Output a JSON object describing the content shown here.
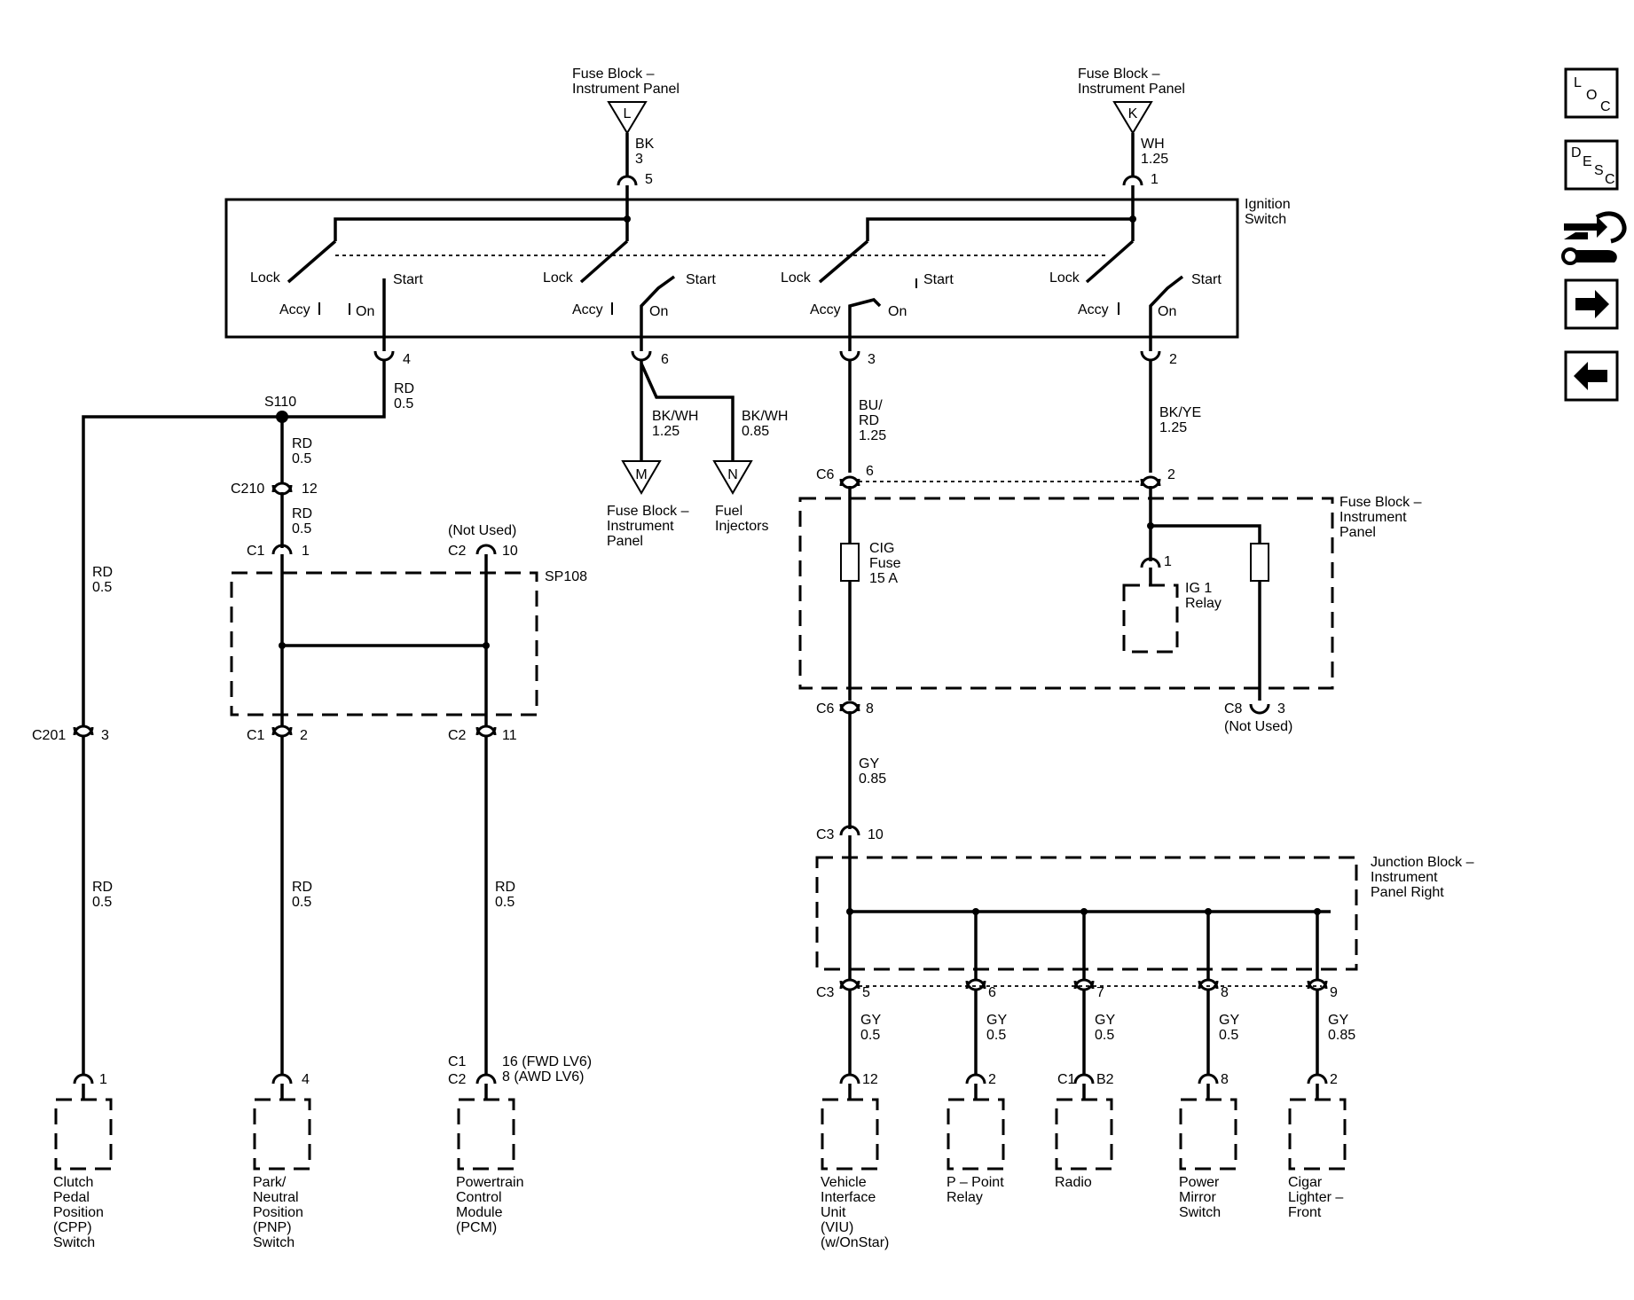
{
  "ignition": {
    "fuse_top_left": "Fuse Block –\nInstrument Panel",
    "fuse_top_right": "Fuse Block –\nInstrument Panel",
    "fuse_L": "L",
    "fuse_K": "K",
    "wire_left_top": "BK\n3",
    "wire_right_top": "WH\n1.25",
    "pin_5": "5",
    "pin_1": "1",
    "switch_label": "Ignition\nSwitch",
    "lock": "Lock",
    "start": "Start",
    "accy": "Accy",
    "on": "On",
    "pin_4": "4",
    "pin_6": "6",
    "pin_3": "3",
    "pin_2": "2"
  },
  "left": {
    "rd05": "RD\n0.5",
    "s110": "S110",
    "c210": "C210",
    "c210_pin": "12",
    "c1": "C1",
    "c2": "C2",
    "c1_pin1": "1",
    "c2_pin10": "10",
    "not_used": "(Not Used)",
    "sp108": "SP108",
    "c201": "C201",
    "c201_pin": "3",
    "c1_pin2": "2",
    "c2_pin11": "11",
    "pcm_conn": "16 (FWD LV6)\n8 (AWD LV6)",
    "pin1": "1",
    "pin4": "4",
    "cpp": "Clutch\nPedal\nPosition\n(CPP)\nSwitch",
    "pnp": "Park/\nNeutral\nPosition\n(PNP)\nSwitch",
    "pcm": "Powertrain\nControl\nModule\n(PCM)"
  },
  "middle": {
    "bkwh125": "BK/WH\n1.25",
    "bkwh085": "BK/WH\n0.85",
    "M": "M",
    "N": "N",
    "fuse_block": "Fuse Block –\nInstrument\nPanel",
    "fuel": "Fuel\nInjectors"
  },
  "right": {
    "burd": "BU/\nRD\n1.25",
    "bkye": "BK/YE\n1.25",
    "c6": "C6",
    "c6_pin6": "6",
    "c6_pin2": "2",
    "fuse_block_ip": "Fuse Block –\nInstrument\nPanel",
    "cig_fuse": "CIG\nFuse\n15 A",
    "relay_pin": "1",
    "ig1": "IG 1\nRelay",
    "c6_pin8": "8",
    "c8": "C8",
    "c8_pin": "3",
    "c8_not_used": "(Not Used)",
    "gy085": "GY\n0.85",
    "c3": "C3",
    "c3_pin10": "10",
    "junction": "Junction Block –\nInstrument\nPanel Right",
    "c3_pins": [
      "5",
      "6",
      "7",
      "8",
      "9"
    ],
    "gy_wires": [
      "GY\n0.5",
      "GY\n0.5",
      "GY\n0.5",
      "GY\n0.5",
      "GY\n0.85"
    ],
    "dev_pins": [
      "12",
      "2",
      "B2",
      "8",
      "2"
    ],
    "c1": "C1",
    "devices": [
      "Vehicle\nInterface\nUnit\n(VIU)\n(w/OnStar)",
      "P – Point\nRelay",
      "Radio",
      "Power\nMirror\nSwitch",
      "Cigar\nLighter –\nFront"
    ]
  },
  "nav": {
    "loc": [
      "L",
      "O",
      "C"
    ],
    "desc": [
      "D",
      "E",
      "S",
      "C"
    ]
  }
}
